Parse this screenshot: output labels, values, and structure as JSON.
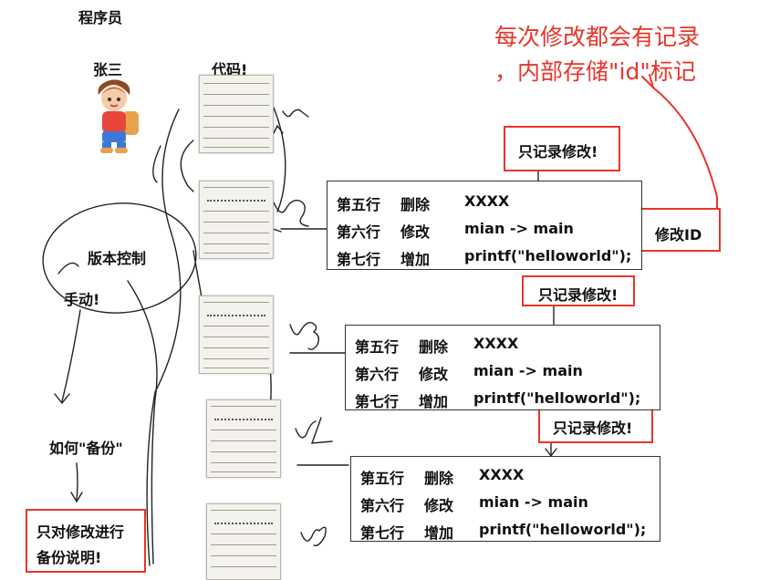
{
  "left": {
    "programmer_label": "程序员",
    "person_name": "张三",
    "code_label": "代码!",
    "version_control_label": "版本控制",
    "manual_label": "手动!",
    "how_backup_label": "如何\"备份\"",
    "only_backup_note_line1": "只对修改进行",
    "only_backup_note_line2": "备份说明!"
  },
  "annotation": {
    "line1": "每次修改都会有记录",
    "line2": "，内部存储\"id\"标记"
  },
  "modify_id_label": "修改ID",
  "only_record_label": "只记录修改!",
  "change_log": [
    {
      "line": "第五行",
      "op": "删除",
      "detail": "XXXX"
    },
    {
      "line": "第六行",
      "op": "修改",
      "detail": "mian -> main"
    },
    {
      "line": "第七行",
      "op": "增加",
      "detail": "printf(\"helloworld\");"
    }
  ],
  "colors": {
    "annotation_red": "#e8352b",
    "ink": "#111111"
  },
  "icons": [
    "boy-avatar-icon",
    "code-page-thumbnail"
  ]
}
